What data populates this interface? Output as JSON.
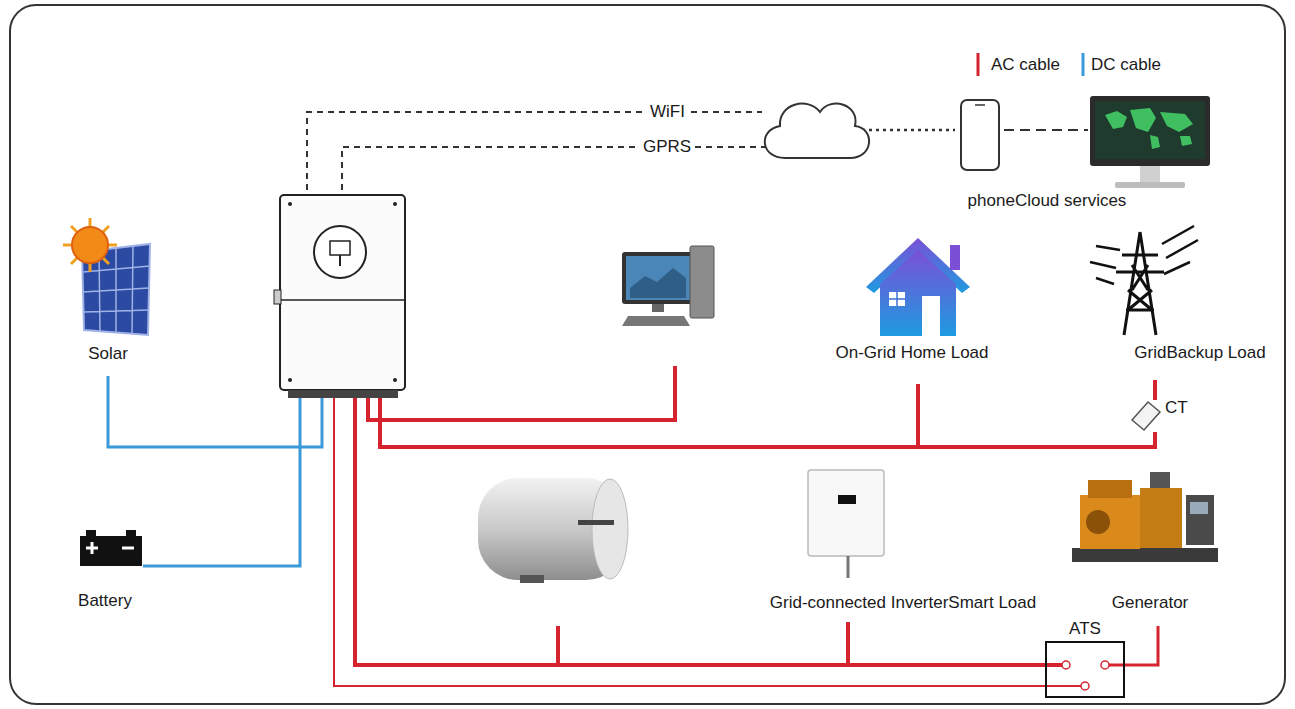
{
  "diagram": {
    "nodes": [
      {
        "text": [
          "ATS"
        ]
      }
    ],
    "labels": [
      "WiFI",
      "GPRS",
      "phoneCloud services",
      "Solar",
      "On-Grid Home Load",
      "GridBackup Load",
      "CT",
      "Battery",
      "Grid-connected InverterSmart Load",
      "Generator"
    ],
    "legend": [
      {
        "text": "AC cable"
      },
      {
        "text": "DC cable"
      }
    ]
  }
}
